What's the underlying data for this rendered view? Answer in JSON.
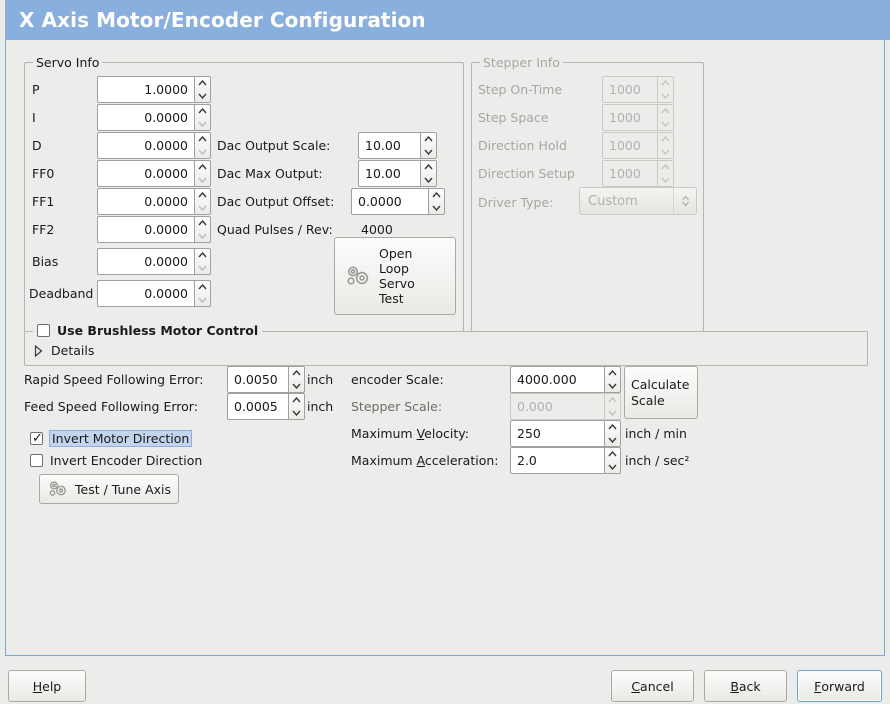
{
  "window": {
    "title": "X Axis Motor/Encoder Configuration",
    "title_bar_color": "#88afdd",
    "background_color": "#ececeb",
    "focus_border_color": "#6f9fd4"
  },
  "servo_info": {
    "legend": "Servo Info",
    "fields": [
      {
        "label": "P",
        "value": "1.0000",
        "down_enabled": true
      },
      {
        "label": "I",
        "value": "0.0000",
        "down_enabled": false
      },
      {
        "label": "D",
        "value": "0.0000",
        "down_enabled": false
      },
      {
        "label": "FF0",
        "value": "0.0000",
        "down_enabled": false
      },
      {
        "label": "FF1",
        "value": "0.0000",
        "down_enabled": false
      },
      {
        "label": "FF2",
        "value": "0.0000",
        "down_enabled": false
      },
      {
        "label": "Bias",
        "value": "0.0000",
        "down_enabled": false
      },
      {
        "label": "Deadband",
        "value": "0.0000",
        "down_enabled": false
      }
    ],
    "dac": [
      {
        "label": "Dac Output Scale:",
        "value": "10.00"
      },
      {
        "label": "Dac Max Output:",
        "value": "10.00"
      },
      {
        "label": "Dac Output Offset:",
        "value": "0.0000"
      }
    ],
    "quad_pulses_label": "Quad Pulses / Rev:",
    "quad_pulses_value": "4000",
    "open_loop_button": {
      "icon": "gears-icon",
      "line1": "Open",
      "line2": "Loop",
      "line3": "Servo",
      "line4": "Test"
    }
  },
  "stepper_info": {
    "legend": "Stepper Info",
    "enabled": false,
    "fields": [
      {
        "label": "Step On-Time",
        "value": "1000"
      },
      {
        "label": "Step Space",
        "value": "1000"
      },
      {
        "label": "Direction Hold",
        "value": "1000"
      },
      {
        "label": "Direction Setup",
        "value": "1000"
      }
    ],
    "driver_type_label": "Driver Type:",
    "driver_type_value": "Custom"
  },
  "brushless": {
    "checkbox_label": "Use Brushless Motor Control",
    "checked": false,
    "details_label": "Details",
    "details_expanded": false
  },
  "following_error": {
    "rapid_label": "Rapid Speed Following Error:",
    "rapid_value": "0.0050",
    "rapid_unit": "inch",
    "feed_label": "Feed Speed Following Error:",
    "feed_value": "0.0005",
    "feed_unit": "inch"
  },
  "direction": {
    "invert_motor_label": "Invert Motor Direction",
    "invert_motor_checked": true,
    "invert_motor_focused": true,
    "invert_encoder_label": "Invert Encoder Direction",
    "invert_encoder_checked": false,
    "test_tune_button": "Test / Tune Axis",
    "test_tune_icon": "gears-icon"
  },
  "scales": {
    "encoder_scale_label": "encoder Scale:",
    "encoder_scale_value": "4000.000",
    "stepper_scale_label": "Stepper Scale:",
    "stepper_scale_value": "0.000",
    "stepper_scale_enabled": false,
    "calculate_button_line1": "Calculate",
    "calculate_button_line2": "Scale",
    "max_velocity_label_pre": "Maximum ",
    "max_velocity_label_mn": "V",
    "max_velocity_label_post": "elocity:",
    "max_velocity_value": "250",
    "max_velocity_unit": "inch / min",
    "max_accel_label_pre": "Maximum ",
    "max_accel_label_mn": "A",
    "max_accel_label_post": "cceleration:",
    "max_accel_value": "2.0",
    "max_accel_unit": "inch / sec²"
  },
  "footer": {
    "help_pre": "",
    "help_mn": "H",
    "help_post": "elp",
    "cancel_pre": "",
    "cancel_mn": "C",
    "cancel_post": "ancel",
    "back_pre": "",
    "back_mn": "B",
    "back_post": "ack",
    "forward_pre": "",
    "forward_mn": "F",
    "forward_post": "orward",
    "forward_focused": true
  }
}
